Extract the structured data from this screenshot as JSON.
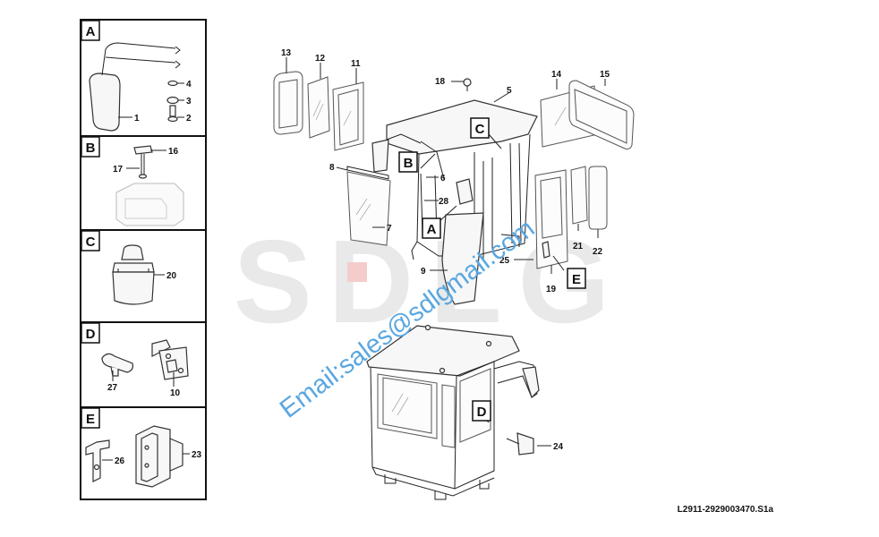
{
  "watermark": {
    "brand": "SDLG",
    "email": "Email:sales@sdlgmail.com",
    "brand_color": "#e9e9e9",
    "brand_accent": "#f4cccc",
    "email_color": "#5aa7e0"
  },
  "panels": [
    {
      "letter": "A",
      "labels": [
        "4",
        "3",
        "1",
        "2"
      ]
    },
    {
      "letter": "B",
      "labels": [
        "16",
        "17"
      ]
    },
    {
      "letter": "C",
      "labels": [
        "20"
      ]
    },
    {
      "letter": "D",
      "labels": [
        "27",
        "10"
      ]
    },
    {
      "letter": "E",
      "labels": [
        "26",
        "23"
      ]
    }
  ],
  "callouts": [
    "A",
    "B",
    "C",
    "D",
    "E"
  ],
  "bottom_callout": "D",
  "part_labels": [
    "13",
    "12",
    "11",
    "18",
    "5",
    "14",
    "15",
    "8",
    "6",
    "28",
    "7",
    "9",
    "21",
    "22",
    "25",
    "19",
    "24"
  ],
  "reference": "L2911-2929003470.S1a"
}
